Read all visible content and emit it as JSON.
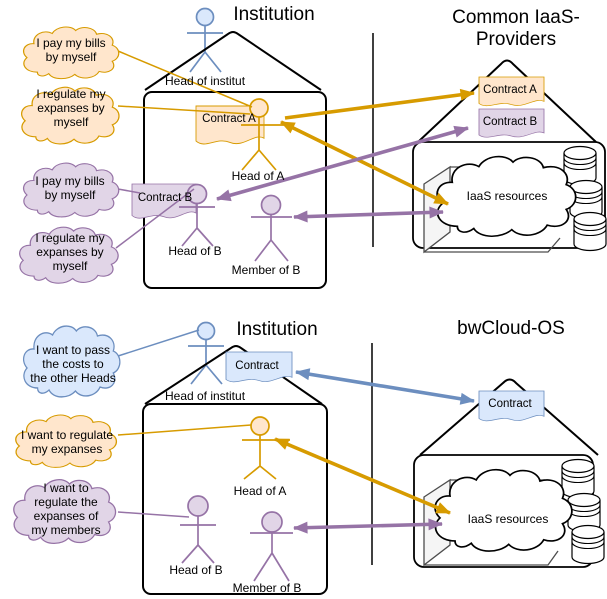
{
  "colors": {
    "orange_fill": "#FFE6CC",
    "orange_stroke": "#D79B00",
    "purple_fill": "#E1D5E7",
    "purple_stroke": "#9673A6",
    "blue_fill": "#DAE8FC",
    "blue_stroke": "#6C8EBF",
    "outline": "#000000"
  },
  "top": {
    "institution_title": "Institution",
    "head_of_institut": "Head of institut",
    "contract_a": "Contract A",
    "head_of_a": "Head of A",
    "contract_b": "Contract B",
    "head_of_b": "Head of B",
    "member_of_b": "Member of B",
    "provider_title_line1": "Common IaaS-",
    "provider_title_line2": "Providers",
    "provider_contract_a": "Contract A",
    "provider_contract_b": "Contract B",
    "iaas_label": "IaaS resources",
    "thoughts": [
      {
        "lines": [
          "I pay my bills",
          "by myself"
        ]
      },
      {
        "lines": [
          "I regulate my",
          "expanses by",
          "myself"
        ]
      },
      {
        "lines": [
          "I pay my bills",
          "by myself"
        ]
      },
      {
        "lines": [
          "I regulate my",
          "expanses by",
          "myself"
        ]
      }
    ]
  },
  "bottom": {
    "institution_title": "Institution",
    "head_of_institut": "Head of institut",
    "contract": "Contract",
    "head_of_a": "Head of A",
    "head_of_b": "Head of B",
    "member_of_b": "Member of B",
    "provider_title": "bwCloud-OS",
    "provider_contract": "Contract",
    "iaas_label": "IaaS resources",
    "thoughts": [
      {
        "lines": [
          "I want to pass",
          "the costs to",
          "the other Heads"
        ]
      },
      {
        "lines": [
          "I want to regulate",
          "my expanses"
        ]
      },
      {
        "lines": [
          "I want to",
          "regulate the",
          "expanses of",
          "my members"
        ]
      }
    ]
  }
}
